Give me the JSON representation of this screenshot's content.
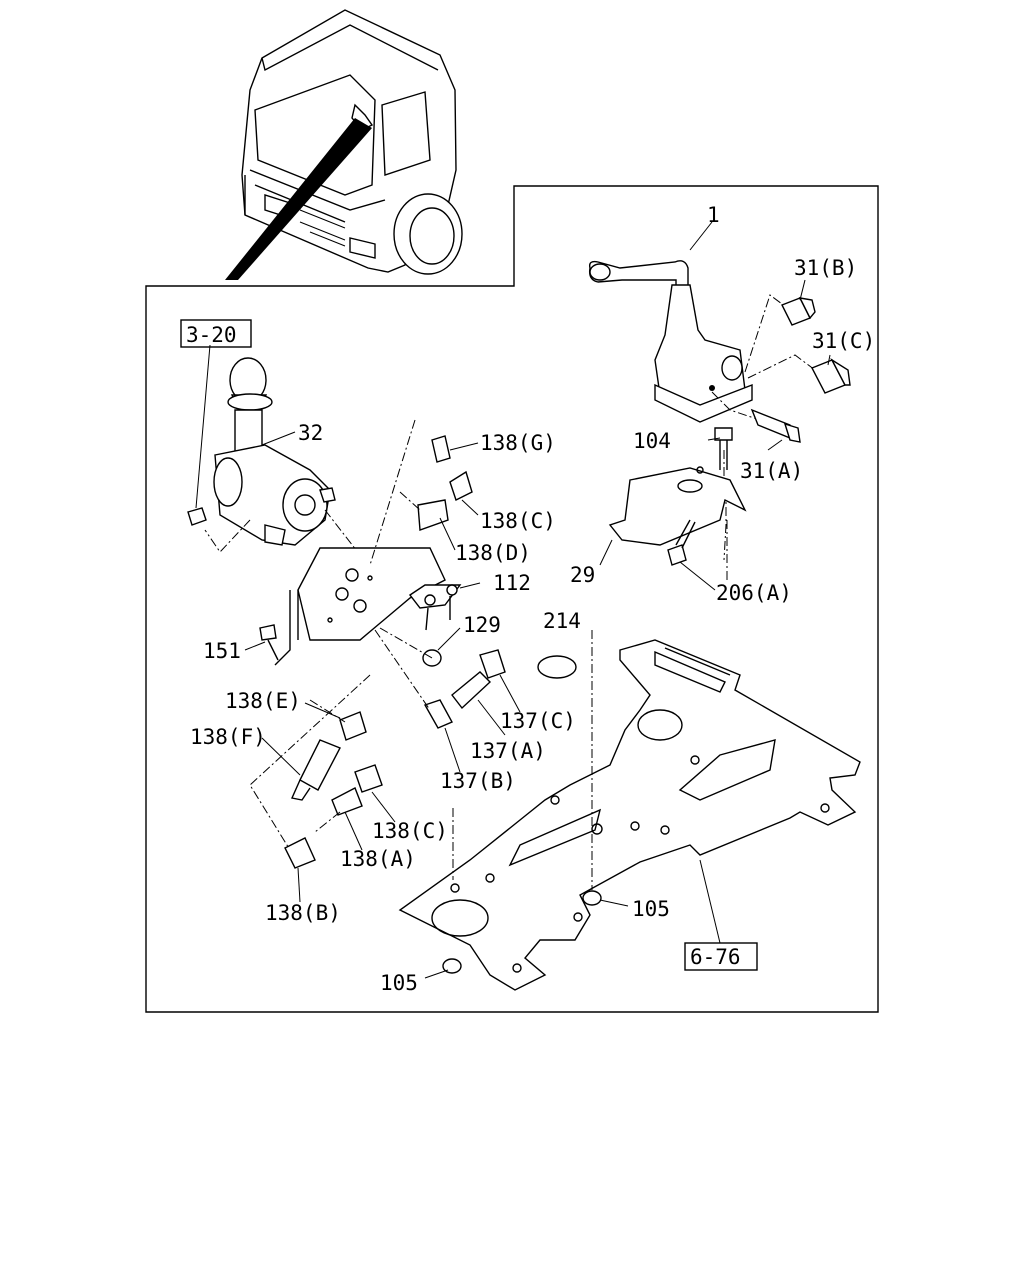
{
  "callouts": {
    "c_1": "1",
    "c_31b": "31(B)",
    "c_31c": "31(C)",
    "c_31a": "31(A)",
    "c_104": "104",
    "c_29": "29",
    "c_206a": "206(A)",
    "c_214": "214",
    "c_3_20": "3-20",
    "c_32": "32",
    "c_138g": "138(G)",
    "c_138c_top": "138(C)",
    "c_138d": "138(D)",
    "c_112": "112",
    "c_129": "129",
    "c_151": "151",
    "c_138e": "138(E)",
    "c_138f": "138(F)",
    "c_137c": "137(C)",
    "c_137a": "137(A)",
    "c_137b": "137(B)",
    "c_138c_bottom": "138(C)",
    "c_138a": "138(A)",
    "c_138b": "138(B)",
    "c_105_right": "105",
    "c_105_bottom": "105",
    "c_6_76": "6-76"
  }
}
